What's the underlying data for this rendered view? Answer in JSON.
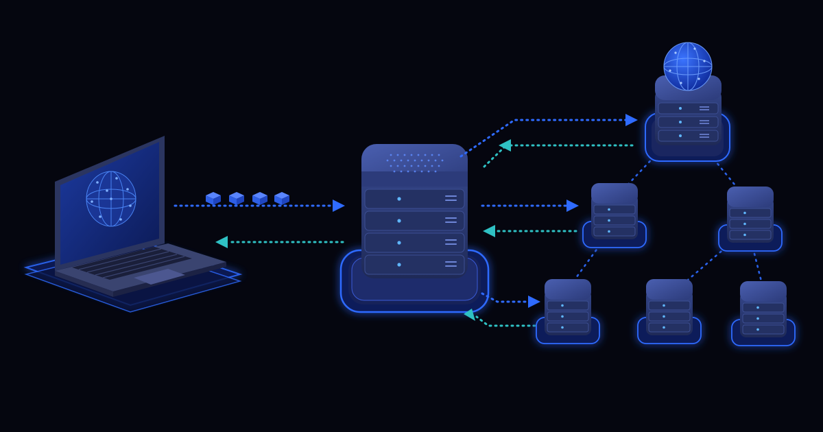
{
  "diagram": {
    "kind": "network-topology",
    "labels": [],
    "nodes": [
      {
        "id": "client",
        "kind": "laptop",
        "icon": "globe-icon"
      },
      {
        "id": "central-server",
        "kind": "server-stack"
      },
      {
        "id": "dns-root",
        "kind": "server-with-globe",
        "icon": "globe-icon"
      },
      {
        "id": "node-a",
        "kind": "server"
      },
      {
        "id": "node-b",
        "kind": "server"
      },
      {
        "id": "node-c",
        "kind": "server"
      },
      {
        "id": "node-d",
        "kind": "server"
      },
      {
        "id": "node-e",
        "kind": "server"
      }
    ],
    "connections": [
      {
        "from": "client",
        "to": "central-server",
        "style": "dotted-arrow",
        "color_key": "request"
      },
      {
        "from": "central-server",
        "to": "client",
        "style": "dotted-arrow",
        "color_key": "response"
      },
      {
        "from": "central-server",
        "to": "dns-root",
        "style": "dotted-arrow",
        "color_key": "request"
      },
      {
        "from": "dns-root",
        "to": "central-server",
        "style": "dotted-arrow",
        "color_key": "response"
      },
      {
        "from": "central-server",
        "to": "node-a",
        "style": "dotted-arrow",
        "color_key": "request"
      },
      {
        "from": "node-a",
        "to": "central-server",
        "style": "dotted-arrow",
        "color_key": "response"
      },
      {
        "from": "central-server",
        "to": "node-b",
        "style": "dotted-arrow",
        "color_key": "request"
      },
      {
        "from": "node-b",
        "to": "central-server",
        "style": "dotted-arrow",
        "color_key": "response"
      },
      {
        "from": "dns-root",
        "to": "node-a",
        "style": "dotted-line"
      },
      {
        "from": "dns-root",
        "to": "node-c",
        "style": "dotted-line"
      },
      {
        "from": "node-a",
        "to": "node-b",
        "style": "dotted-line"
      },
      {
        "from": "node-c",
        "to": "node-d",
        "style": "dotted-line"
      },
      {
        "from": "node-c",
        "to": "node-e",
        "style": "dotted-line"
      }
    ],
    "packet_count": 4
  },
  "colors": {
    "background": "#05060f",
    "request": "#2f6bff",
    "response": "#2fc1c4",
    "glow": "#1e4dff",
    "server_body": "#2b3a72",
    "server_top": "#34458a",
    "led": "#5fb6ff"
  }
}
